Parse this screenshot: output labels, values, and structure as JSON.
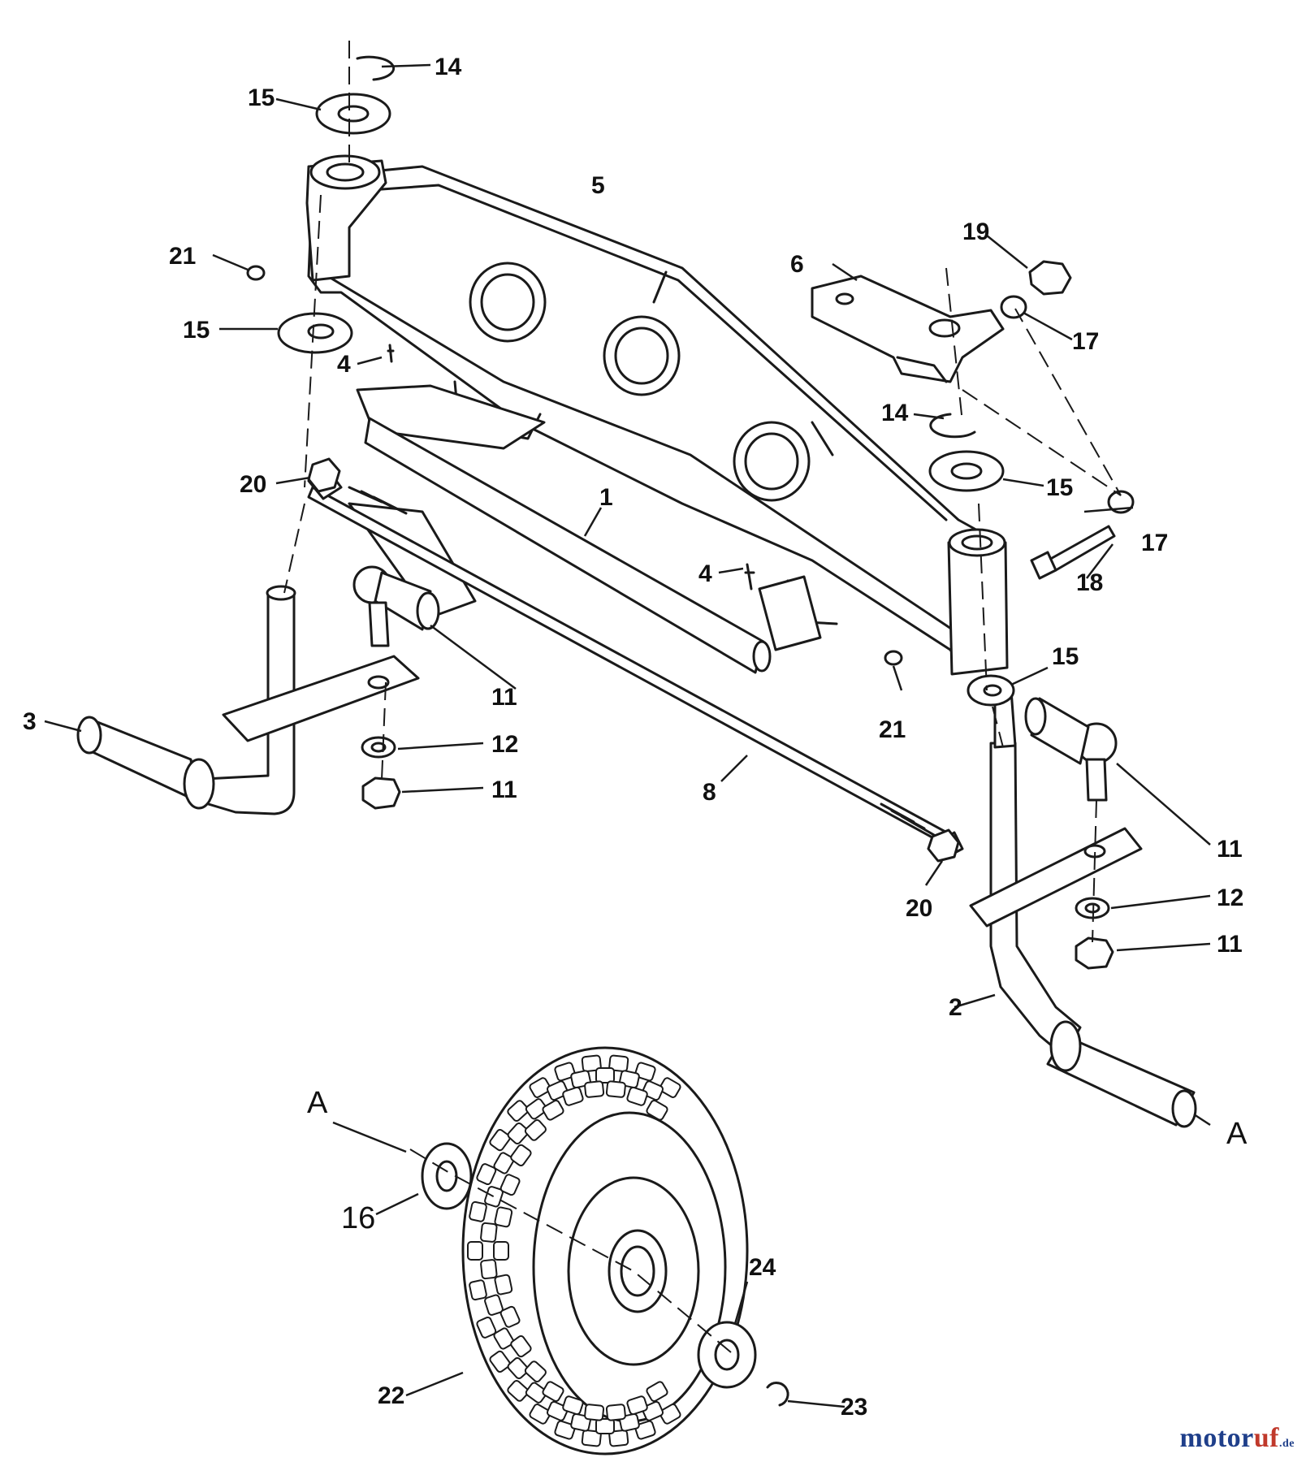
{
  "callouts": [
    {
      "id": "c14a",
      "label": "14"
    },
    {
      "id": "c15a",
      "label": "15"
    },
    {
      "id": "c5",
      "label": "5"
    },
    {
      "id": "c19",
      "label": "19"
    },
    {
      "id": "c6",
      "label": "6"
    },
    {
      "id": "c21a",
      "label": "21"
    },
    {
      "id": "c17a",
      "label": "17"
    },
    {
      "id": "c15b",
      "label": "15"
    },
    {
      "id": "c4a",
      "label": "4"
    },
    {
      "id": "c14b",
      "label": "14"
    },
    {
      "id": "c15c",
      "label": "15"
    },
    {
      "id": "c20a",
      "label": "20"
    },
    {
      "id": "c1",
      "label": "1"
    },
    {
      "id": "c17b",
      "label": "17"
    },
    {
      "id": "c18",
      "label": "18"
    },
    {
      "id": "c4b",
      "label": "4"
    },
    {
      "id": "c15d",
      "label": "15"
    },
    {
      "id": "c11a",
      "label": "11"
    },
    {
      "id": "c21b",
      "label": "21"
    },
    {
      "id": "c3",
      "label": "3"
    },
    {
      "id": "c12a",
      "label": "12"
    },
    {
      "id": "c11b",
      "label": "11"
    },
    {
      "id": "c8",
      "label": "8"
    },
    {
      "id": "c11c",
      "label": "11"
    },
    {
      "id": "c20b",
      "label": "20"
    },
    {
      "id": "c12b",
      "label": "12"
    },
    {
      "id": "c11d",
      "label": "11"
    },
    {
      "id": "c2",
      "label": "2"
    },
    {
      "id": "cA1",
      "label": "A"
    },
    {
      "id": "cA2",
      "label": "A"
    },
    {
      "id": "c16",
      "label": "16"
    },
    {
      "id": "c24",
      "label": "24"
    },
    {
      "id": "c22",
      "label": "22"
    },
    {
      "id": "c23",
      "label": "23"
    }
  ],
  "watermark": {
    "part1": "motor",
    "part2": "uf",
    "part3": ".de"
  }
}
